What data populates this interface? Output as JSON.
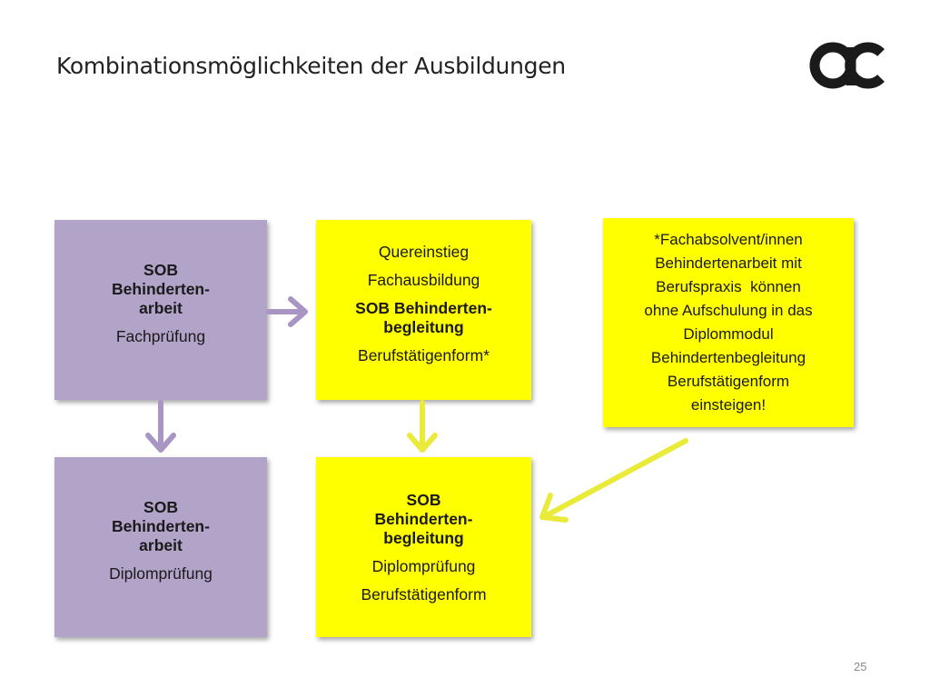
{
  "slide": {
    "title": "Kombinationsmöglichkeiten der Ausbildungen",
    "page_number": "25"
  },
  "colors": {
    "purple_box": "#b2a3c9",
    "yellow_box": "#ffff00",
    "purple_arrow": "#a995c4",
    "yellow_arrow": "#eaea3a"
  },
  "boxes": {
    "fach_behindertenarbeit": {
      "heading_line1": "SOB",
      "heading_line2": "Behinderten-",
      "heading_line3": "arbeit",
      "subtitle": "Fachprüfung"
    },
    "quereinstieg": {
      "line1": "Quereinstieg",
      "line2": "Fachausbildung",
      "heading_line1": "SOB Behinderten-",
      "heading_line2": "begleitung",
      "line3": "Berufstätigenform*"
    },
    "note": {
      "lines": [
        "*Fachabsolvent/innen",
        "Behindertenarbeit mit",
        "Berufspraxis  können",
        "ohne Aufschulung in das",
        "Diplommodul",
        "Behindertenbegleitung",
        "Berufstätigenform",
        "einsteigen!"
      ]
    },
    "diplom_behindertenarbeit": {
      "heading_line1": "SOB",
      "heading_line2": "Behinderten-",
      "heading_line3": "arbeit",
      "subtitle": "Diplomprüfung"
    },
    "diplom_behindertenbegleitung": {
      "heading_line1": "SOB",
      "heading_line2": "Behinderten-",
      "heading_line3": "begleitung",
      "line1": "Diplomprüfung",
      "line2": "Berufstätigenform"
    }
  },
  "logo": {
    "text": "ac"
  }
}
